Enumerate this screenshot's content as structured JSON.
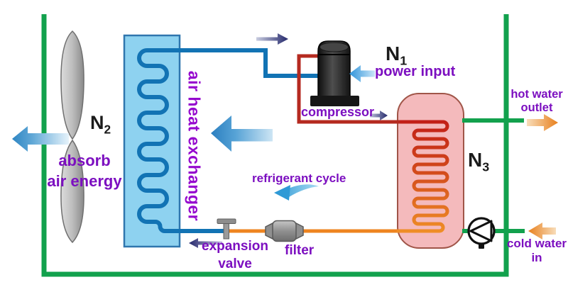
{
  "components": {
    "fan": {
      "id": "N",
      "id_sub": "2",
      "caption_line1": "absorb",
      "caption_line2": "air energy"
    },
    "air_heat_exchanger": {
      "label": "air heat exchanger"
    },
    "compressor": {
      "id": "N",
      "id_sub": "1",
      "label": "compressor",
      "power_label": "power input"
    },
    "water_tank_heat_exchanger": {
      "id": "N",
      "id_sub": "3"
    },
    "expansion_valve": {
      "label_line1": "expansion",
      "label_line2": "valve"
    },
    "filter": {
      "label": "filter"
    },
    "refrigerant_cycle": {
      "label": "refrigerant cycle"
    },
    "hot_water_outlet": {
      "label_line1": "hot water",
      "label_line2": "outlet"
    },
    "cold_water_inlet": {
      "label_line1": "cold water",
      "label_line2": "in"
    }
  },
  "colors": {
    "enclosure_green": "#12a14d",
    "refrigerant_cold_blue": "#1273b4",
    "refrigerant_hot_red": "#b52a20",
    "refrigerant_warm_orange": "#ee8420",
    "label_purple": "#7c0fc0",
    "exchanger_label_magenta": "#9507ce",
    "exchanger_fill": "#8ed2f0",
    "tank_fill": "#f4babc",
    "airflow_arrow_blue": "#2d84c4",
    "water_arrow_orange": "#e8872a",
    "flow_arrow_navy": "#23276b"
  },
  "icons": {
    "airflow_arrows": "thick-blue-left-arrows",
    "power_input_arrow": "blue-left-arrow",
    "flow_direction_arrows": "small-navy-arrows",
    "refrigerant_cycle_arrow": "curved-blue-left-swoosh",
    "hot_water_arrow": "orange-right-arrow",
    "cold_water_arrow": "orange-left-arrow",
    "pump_symbol": "circle-with-left-triangle",
    "fan_symbol": "two-blade-vertical-fan",
    "expansion_valve_symbol": "grey-tee-valve",
    "filter_symbol": "grey-barrel-with-cones",
    "compressor_symbol": "black-cylinder-on-base"
  }
}
